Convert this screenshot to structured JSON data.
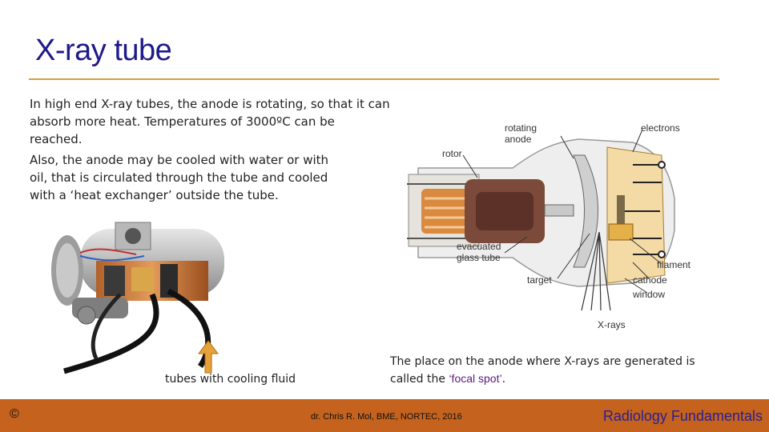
{
  "slide": {
    "title": "X-ray tube",
    "paragraph1": "In high end X-ray tubes, the anode is rotating, so that it can absorb more heat. Temperatures of 3000ºC can be reached.",
    "paragraph2": "Also, the anode may be cooled with water or with oil, that is circulated through the tube and cooled with a ‘heat exchanger’ outside the tube.",
    "caption_left": "tubes with cooling fluid",
    "caption_right_prefix": "The place on the anode where X-rays are generated is called the ",
    "caption_right_highlight": "‘focal spot’",
    "caption_right_suffix": ".",
    "accent_color": "#d4a13a",
    "title_color": "#1f1a8a"
  },
  "diagram": {
    "labels": {
      "rotating_anode": [
        "rotating",
        "anode"
      ],
      "electrons": "electrons",
      "rotor": "rotor",
      "evacuated": [
        "evacuated",
        "glass tube"
      ],
      "filament": "filament",
      "target": "target",
      "cathode": "cathode",
      "window": "window",
      "xrays": "X-rays"
    }
  },
  "footer": {
    "copyright": "©",
    "credit": "dr. Chris R. Mol, BME, NORTEC, 2016",
    "brand": "Radiology Fundamentals",
    "background": "#c4621e"
  }
}
